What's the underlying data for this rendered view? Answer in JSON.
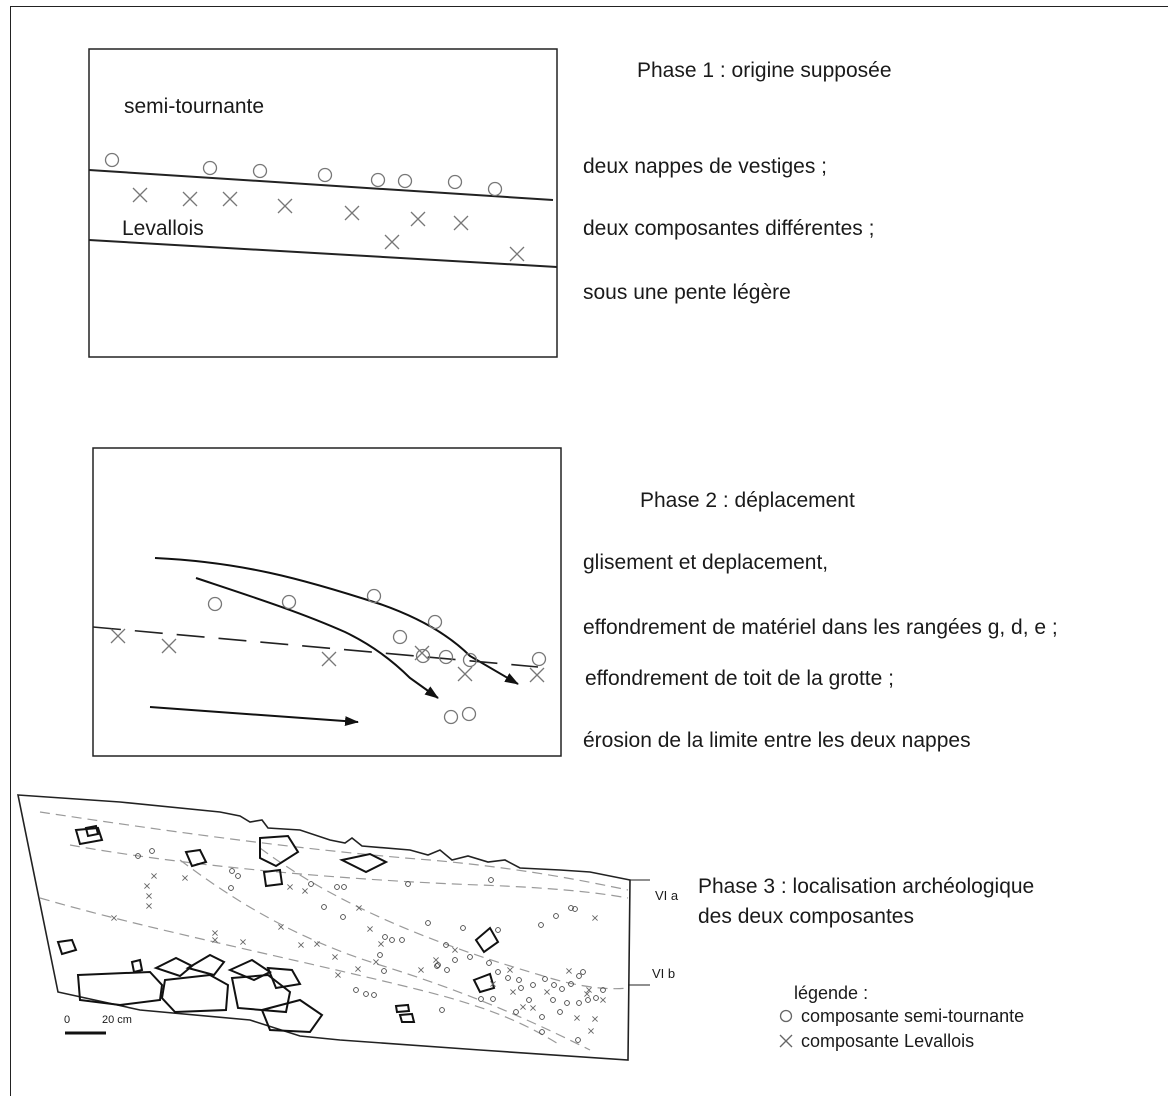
{
  "phase1": {
    "title": "Phase 1 : origine supposée",
    "label_top": "semi-tournante",
    "label_bottom": "Levallois",
    "lines": [
      "deux nappes de vestiges ;",
      "deux composantes différentes ;",
      "sous une pente légère"
    ]
  },
  "phase2": {
    "title": "Phase 2 : déplacement",
    "lines": [
      "glisement et deplacement,",
      "effondrement de matériel dans les rangées g, d, e ;",
      "effondrement de toit de la grotte ;",
      "érosion de la limite entre les deux nappes"
    ]
  },
  "phase3": {
    "title_line1": "Phase 3 : localisation archéologique",
    "title_line2": "des deux composantes",
    "layer_a": "VI a",
    "layer_b": "VI b",
    "scale_zero": "0",
    "scale_value": "20 cm",
    "legend": {
      "title": "légende :",
      "circle_label": "composante semi-tournante",
      "cross_label": "composante Levallois"
    }
  },
  "colors": {
    "ink": "#1a1a1a",
    "marker": "#777777",
    "dashed": "#9a9a9a"
  }
}
